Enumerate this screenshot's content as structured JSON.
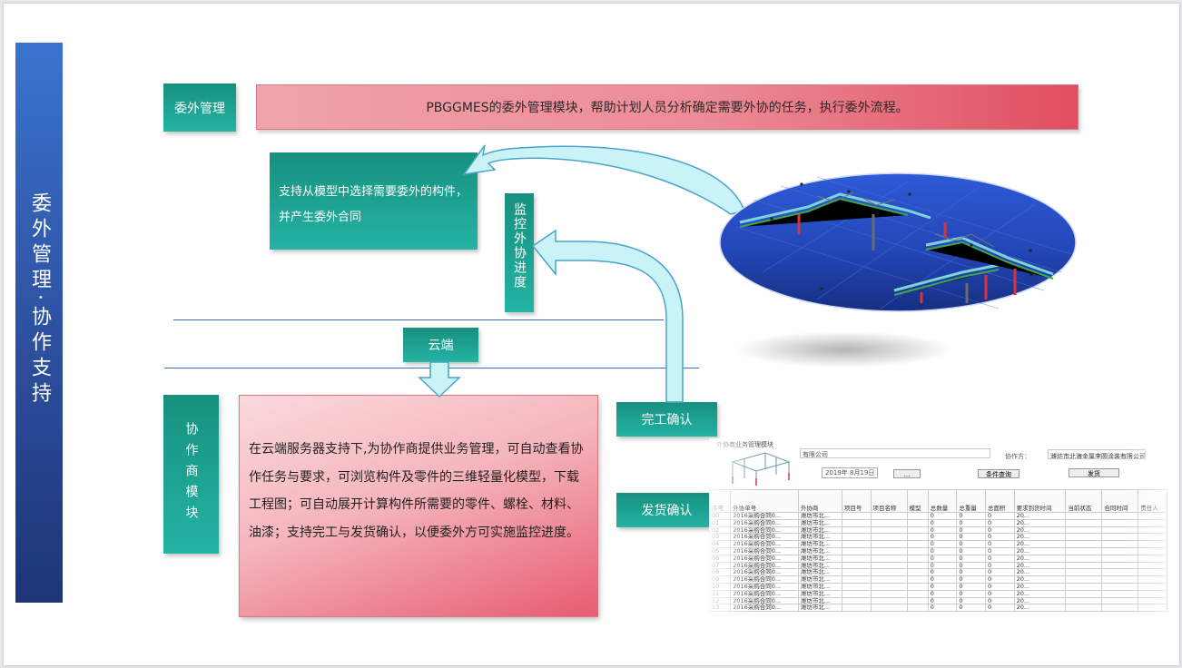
{
  "sidebar": {
    "title": "委外管理·协作支持"
  },
  "top": {
    "label": "委外管理",
    "description": "PBGGMES的委外管理模块，帮助计划人员分析确定需要外协的任务，执行委外流程。"
  },
  "boxes": {
    "model_select": "支持从模型中选择需要委外的构件，并产生委外合同",
    "monitor": "监控外协进度",
    "cloud": "云端",
    "coop_module": "协作商模块",
    "coop_description": "在云端服务器支持下,为协作商提供业务管理，可自动查看协作任务与要求，可浏览构件及零件的三维轻量化模型，下载工程图；可自动展开计算构件所需要的零件、螺栓、材料、油漆；支持完工与发货确认，以便委外方可实施监控进度。",
    "completion": "完工确认",
    "shipping": "发货确认"
  },
  "colors": {
    "teal": "#1fa595",
    "red": "#e04e61",
    "blue_sidebar": "#2d4f9e",
    "arrow_fill": "#c9f3f7"
  },
  "icons": {
    "model_image": "steel-structure-3d-model",
    "arrow_to_model": "curved-arrow-icon",
    "arrow_to_monitor": "curved-arrow-icon",
    "arrow_down": "down-arrow-icon"
  },
  "screenshot": {
    "window_title": "外协商业务管理模块",
    "company": "有限公司",
    "partner_label": "协作方：",
    "partner_value": "潍坊市北海金属李圆涂装有限公司",
    "date": "2019年  8月19日",
    "ellipsis_btn": "...",
    "query_btn": "条件查询",
    "ship_btn": "发货",
    "columns": [
      "序号",
      "外协单号",
      "外协商",
      "项目号",
      "项目名称",
      "模型",
      "总数量",
      "总重量",
      "总面积",
      "要求到货时间",
      "当前状态",
      "合同时间",
      "责任人"
    ],
    "rows": [
      [
        "00",
        "2016采购合同0...",
        "潍坊市北...",
        "",
        "",
        "",
        "0",
        "0",
        "0",
        "20...",
        "",
        "",
        ""
      ],
      [
        "01",
        "2016采购合同0...",
        "潍坊市北...",
        "",
        "",
        "",
        "0",
        "0",
        "0",
        "20...",
        "",
        "",
        ""
      ],
      [
        "02",
        "2016采购合同0...",
        "潍坊市北...",
        "",
        "",
        "",
        "0",
        "0",
        "0",
        "20...",
        "",
        "",
        ""
      ],
      [
        "03",
        "2016采购合同0...",
        "潍坊市北...",
        "",
        "",
        "",
        "0",
        "0",
        "0",
        "20...",
        "",
        "",
        ""
      ],
      [
        "04",
        "2016采购合同0...",
        "潍坊市北...",
        "",
        "",
        "",
        "0",
        "0",
        "0",
        "20...",
        "",
        "",
        ""
      ],
      [
        "05",
        "2016采购合同0...",
        "潍坊市北...",
        "",
        "",
        "",
        "0",
        "0",
        "0",
        "20...",
        "",
        "",
        ""
      ],
      [
        "06",
        "2016采购合同0...",
        "潍坊市北...",
        "",
        "",
        "",
        "0",
        "0",
        "0",
        "20...",
        "",
        "",
        ""
      ],
      [
        "07",
        "2016采购合同0...",
        "潍坊市北...",
        "",
        "",
        "",
        "0",
        "0",
        "0",
        "20...",
        "",
        "",
        ""
      ],
      [
        "08",
        "2016采购合同0...",
        "潍坊市北...",
        "",
        "",
        "",
        "0",
        "0",
        "0",
        "20...",
        "",
        "",
        ""
      ],
      [
        "09",
        "2016采购合同0...",
        "潍坊市北...",
        "",
        "",
        "",
        "0",
        "0",
        "0",
        "20...",
        "",
        "",
        ""
      ],
      [
        "10",
        "2016采购合同0...",
        "潍坊市北...",
        "",
        "",
        "",
        "0",
        "0",
        "0",
        "20...",
        "",
        "",
        ""
      ],
      [
        "11",
        "2016采购合同0...",
        "潍坊市北...",
        "",
        "",
        "",
        "0",
        "0",
        "0",
        "20...",
        "",
        "",
        ""
      ],
      [
        "12",
        "2016采购合同0...",
        "潍坊市北...",
        "",
        "",
        "",
        "0",
        "0",
        "0",
        "20...",
        "",
        "",
        ""
      ],
      [
        "13",
        "2016采购合同0...",
        "潍坊市北...",
        "",
        "",
        "",
        "0",
        "0",
        "0",
        "20...",
        "",
        "",
        ""
      ]
    ]
  }
}
